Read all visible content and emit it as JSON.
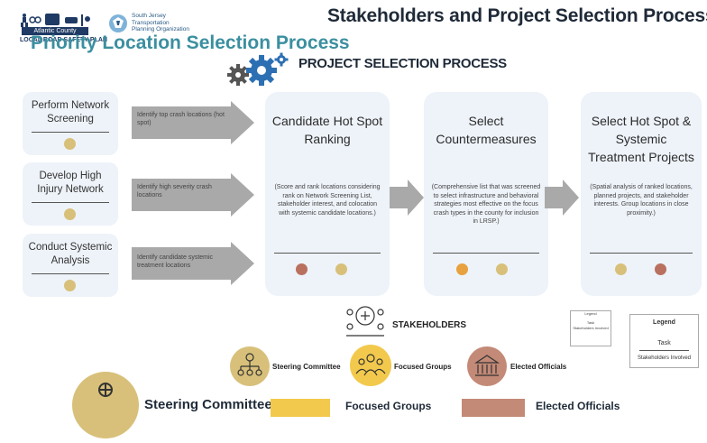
{
  "header": {
    "main_title": "Stakeholders and Project Selection Process",
    "subtitle": "Priority Location Selection Process",
    "county_band": "Atlantic County",
    "county_bottom": "LOCAL ROAD SAFETY PLAN",
    "sjtpo_name": [
      "South Jersey",
      "Transportation",
      "Planning Organization"
    ]
  },
  "process_title": "PROJECT SELECTION PROCESS",
  "tasks": [
    {
      "label": "Perform Network Screening",
      "arrow_text": "Identify top crash locations (hot spot)"
    },
    {
      "label": "Develop High Injury Network",
      "arrow_text": "Identify high severity crash locations"
    },
    {
      "label": "Conduct Systemic Analysis",
      "arrow_text": "Identify candidate systemic treatment locations"
    }
  ],
  "stages": [
    {
      "title": "Candidate Hot Spot Ranking",
      "desc": "(Score and rank locations considering rank on Network Screening List, stakeholder interest, and colocation with systemic candidate locations.)"
    },
    {
      "title": "Select Countermeasures",
      "desc": "(Comprehensive list that was screened to select infrastructure and behavioral strategies most effective on the focus crash types in the county for inclusion in LRSP.)"
    },
    {
      "title": "Select Hot Spot & Systemic Treatment Projects",
      "desc": "(Spatial analysis of ranked locations, planned projects, and stakeholder interests. Group locations in close proximity.)"
    }
  ],
  "stakeholders": {
    "title": "STAKEHOLDERS",
    "items": [
      {
        "label": "Steering Committee",
        "color": "#d8c07a"
      },
      {
        "label": "Focused Groups",
        "color": "#e8b455"
      },
      {
        "label": "Elected Officials",
        "color": "#b9705e"
      }
    ]
  },
  "legend_small": {
    "heading": "Legend",
    "task": "Task",
    "stakeholders": "Stakeholders Involved"
  },
  "legend": {
    "heading": "Legend",
    "task": "Task",
    "stakeholders": "Stakeholders Involved"
  },
  "bottom_strip": {
    "steering": "Steering Committee",
    "focused": "Focused Groups",
    "elected": "Elected Officials"
  },
  "colors": {
    "tan": "#d8c07a",
    "orange": "#e8a13f",
    "rust": "#b9705e",
    "panel": "#eef3f9",
    "arrow": "#a9a9a9"
  }
}
